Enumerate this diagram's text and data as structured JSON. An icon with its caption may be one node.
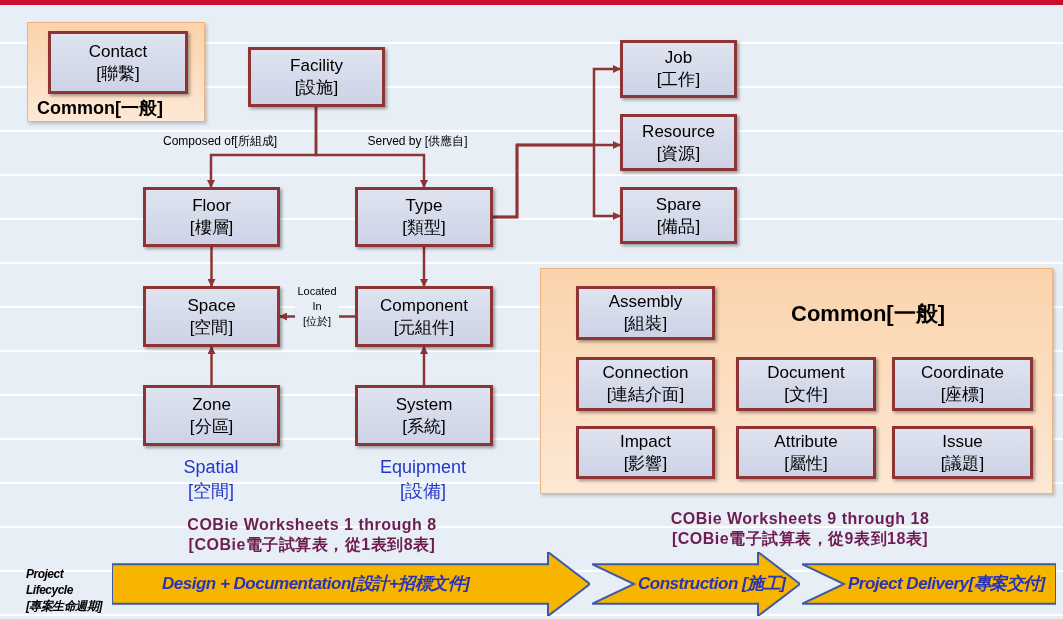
{
  "diagram": {
    "nodes": [
      {
        "text": [
          "Common[一般]"
        ]
      },
      {
        "text": [
          "Contact [聯繫]"
        ],
        "in": 0
      },
      {
        "text": [
          "Facility [設施]"
        ]
      },
      {
        "text": [
          "Floor [樓層]"
        ]
      },
      {
        "text": [
          "Type [類型]"
        ]
      },
      {
        "text": [
          "Job [工作]"
        ]
      },
      {
        "text": [
          "Resource [資源]"
        ]
      },
      {
        "text": [
          "Spare [備品]"
        ]
      },
      {
        "text": [
          "Space [空間]"
        ]
      },
      {
        "text": [
          "Component [元組件]"
        ]
      },
      {
        "text": [
          "Zone [分區]"
        ]
      },
      {
        "text": [
          "System [系統]"
        ]
      },
      {
        "text": [
          "Common[一般]"
        ]
      },
      {
        "text": [
          "Assembly [組裝]"
        ],
        "in": 12
      },
      {
        "text": [
          "Connection [連結介面]"
        ],
        "in": 12
      },
      {
        "text": [
          "Document [文件]"
        ],
        "in": 12
      },
      {
        "text": [
          "Coordinate [座標]"
        ],
        "in": 12
      },
      {
        "text": [
          "Impact [影響]"
        ],
        "in": 12
      },
      {
        "text": [
          "Attribute [屬性]"
        ],
        "in": 12
      },
      {
        "text": [
          "Issue [議題]"
        ],
        "in": 12
      },
      {
        "text": [
          "Design + Documentation[設計+招標文件]"
        ]
      },
      {
        "text": [
          "Construction [施工]"
        ]
      },
      {
        "text": [
          "Project Delivery[專案交付]"
        ]
      }
    ],
    "edges": [
      {
        "from": 2,
        "to": 3,
        "arrow": "to",
        "label": "Composed of[所組成]"
      },
      {
        "from": 2,
        "to": 4,
        "arrow": "to",
        "label": "Served by [供應自]"
      },
      {
        "from": 4,
        "to": 5,
        "arrow": "to"
      },
      {
        "from": 4,
        "to": 6,
        "arrow": "to"
      },
      {
        "from": 4,
        "to": 7,
        "arrow": "to"
      },
      {
        "from": 3,
        "to": 8,
        "arrow": "to"
      },
      {
        "from": 4,
        "to": 9,
        "arrow": "to"
      },
      {
        "from": 9,
        "to": 8,
        "arrow": "to",
        "label": "Located In [位於]"
      },
      {
        "from": 10,
        "to": 8,
        "arrow": "to"
      },
      {
        "from": 11,
        "to": 9,
        "arrow": "to"
      }
    ],
    "labels": [
      "Spatial [空間]",
      "Equipment [設備]",
      "COBie Worksheets 1 through 8",
      "[COBie電子試算表，從1表到8表]",
      "COBie Worksheets 9 through 18",
      "[COBie電子試算表，從9表到18表]",
      "Project Lifecycle [專案生命週期]"
    ]
  }
}
